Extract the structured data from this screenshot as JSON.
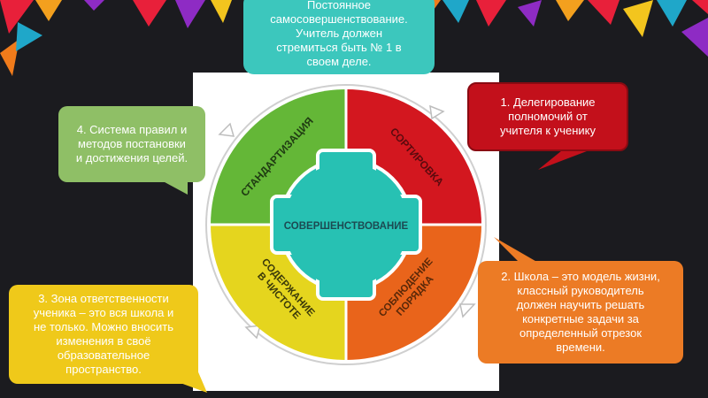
{
  "colors": {
    "background": "#1b1b1f",
    "green": "#64b737",
    "red": "#d3171f",
    "yellow": "#e5d51e",
    "orange": "#e9641b",
    "teal": "#27c1b3"
  },
  "diagram": {
    "center_label": "СОВЕРШЕНСТВОВАНИЕ",
    "segments": [
      {
        "name": "standardization",
        "label": "СТАНДАРТИЗАЦИЯ",
        "color": "#64b737"
      },
      {
        "name": "sorting",
        "label": "СОРТИРОВКА",
        "color": "#d3171f"
      },
      {
        "name": "cleanliness",
        "label_lines": [
          "СОДЕРЖАНИЕ",
          "В ЧИСТОТЕ"
        ],
        "color": "#e5d51e"
      },
      {
        "name": "order",
        "label_lines": [
          "СОБЛЮДЕНИЕ",
          "ПОРЯДКА"
        ],
        "color": "#e9641b"
      }
    ]
  },
  "callouts": {
    "top": [
      "Постоянное",
      "самосовершенствование.",
      "Учитель должен",
      "стремиться быть № 1 в",
      "своем деле."
    ],
    "one": [
      "1. Делегирование",
      "полномочий от",
      "учителя к ученику"
    ],
    "two": [
      "2. Школа – это модель жизни,",
      "классный руководитель",
      "должен научить  решать",
      "конкретные задачи за",
      "определенный отрезок",
      "времени."
    ],
    "three": [
      "3. Зона ответственности",
      "ученика – это вся школа и",
      "не только. Можно вносить",
      "изменения в своё",
      "образовательное",
      "пространство."
    ],
    "four": [
      "4. Система правил и",
      "методов постановки",
      "и достижения целей."
    ]
  }
}
